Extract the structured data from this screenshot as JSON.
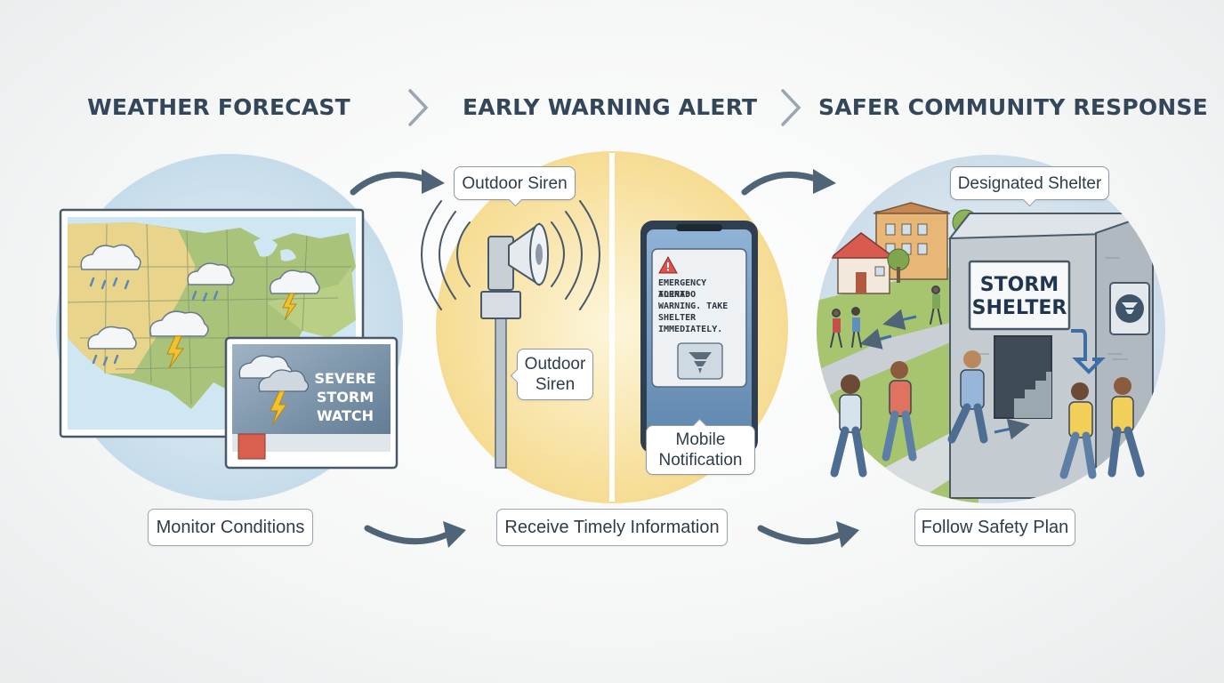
{
  "stages": [
    {
      "heading": "WEATHER FORECAST"
    },
    {
      "heading": "EARLY WARNING ALERT"
    },
    {
      "heading": "SAFER COMMUNITY RESPONSE"
    }
  ],
  "forecast": {
    "watch_lines": [
      "SEVERE",
      "STORM",
      "WATCH"
    ],
    "label": "Monitor Conditions"
  },
  "warning": {
    "siren_callout_top": "Outdoor Siren",
    "siren_callout_side": [
      "Outdoor",
      "Siren"
    ],
    "phone_alert_lines": [
      "EMERGENCY ALERT:",
      "TORNADO",
      "WARNING. TAKE",
      "SHELTER",
      "IMMEDIATELY."
    ],
    "mobile_callout": [
      "Mobile",
      "Notification"
    ],
    "label": "Receive Timely Information"
  },
  "response": {
    "shelter_callout": "Designated Shelter",
    "sign_lines": [
      "STORM",
      "SHELTER"
    ],
    "label": "Follow Safety Plan"
  },
  "colors": {
    "heading": "#34465a",
    "arrow": "#4f6477",
    "forecast_circle": "#cfe3f0",
    "warning_circle": "#f8e3a3",
    "response_circle": "#d6e4ee",
    "map_land": "#a9c47a",
    "map_desert": "#e8d48a",
    "alert_red": "#d9534f",
    "lightning": "#f2c22e"
  }
}
